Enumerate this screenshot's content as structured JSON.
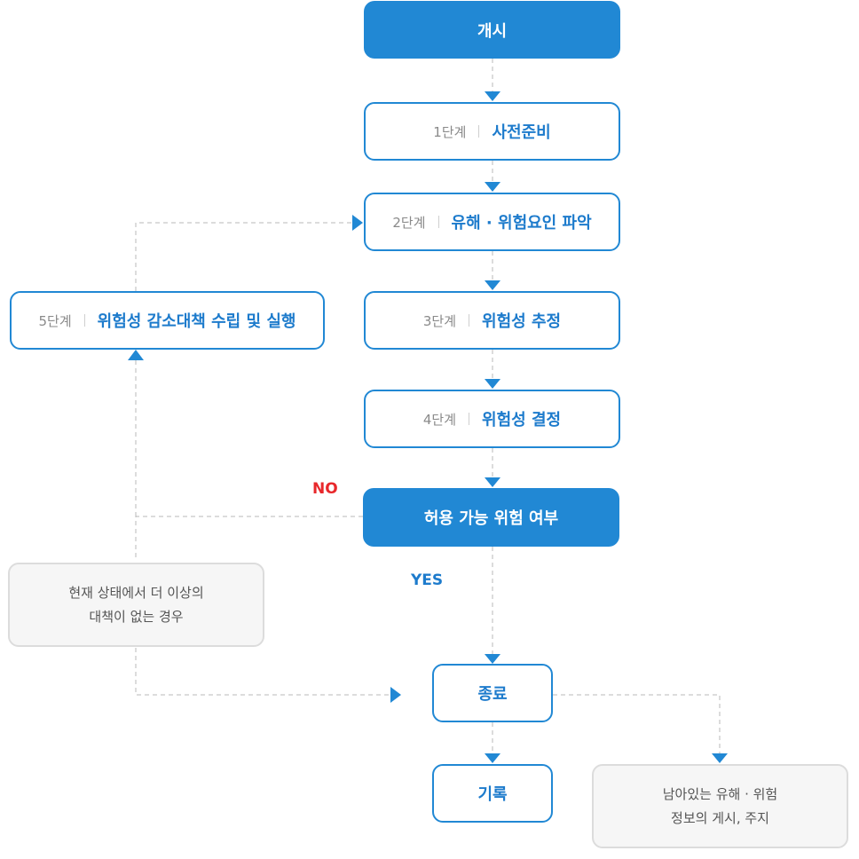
{
  "colors": {
    "primary": "#2188d4",
    "connector": "#b8b8b8",
    "arrow": "#2188d4",
    "no": "#e8282b",
    "yes": "#1d7bcc",
    "note_bg": "#f6f6f6",
    "note_border": "#dcdcdc"
  },
  "start": {
    "label": "개시"
  },
  "steps": [
    {
      "label": "1단계",
      "title": "사전준비"
    },
    {
      "label": "2단계",
      "title": "유해 · 위험요인 파악"
    },
    {
      "label": "3단계",
      "title": "위험성 추정"
    },
    {
      "label": "4단계",
      "title": "위험성 결정"
    },
    {
      "label": "5단계",
      "title": "위험성 감소대책 수립 및 실행"
    }
  ],
  "decision": {
    "label": "허용 가능 위험 여부",
    "no_label": "NO",
    "yes_label": "YES"
  },
  "no_more_measures": {
    "line1": "현재 상태에서 더 이상의",
    "line2": "대책이 없는 경우"
  },
  "end": {
    "label": "종료"
  },
  "record": {
    "label": "기록"
  },
  "residual": {
    "line1": "남아있는 유해 · 위험",
    "line2": "정보의 게시, 주지"
  }
}
